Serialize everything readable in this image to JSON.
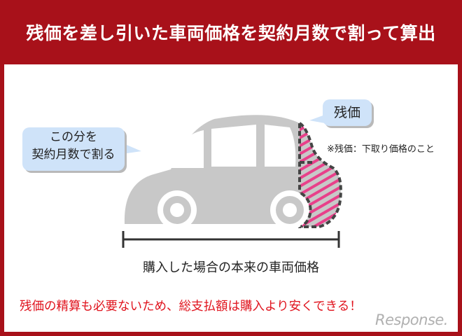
{
  "header": {
    "title": "残価を差し引いた車両価格を契約月数で割って算出"
  },
  "bubbles": {
    "monthly_line1": "この分を",
    "monthly_line2": "契約月数で割る",
    "residual": "残価"
  },
  "note": "※残価：下取り価格のこと",
  "caption": "購入した場合の本来の車両価格",
  "message": "残価の精算も必要ないため、総支払額は購入より安くできる！",
  "logo": "Response.",
  "colors": {
    "frame": "#a8111a",
    "bubble": "#cfe3f9",
    "car": "#c8c8c8",
    "hatch": "#e8408a",
    "message": "#e0141e"
  }
}
